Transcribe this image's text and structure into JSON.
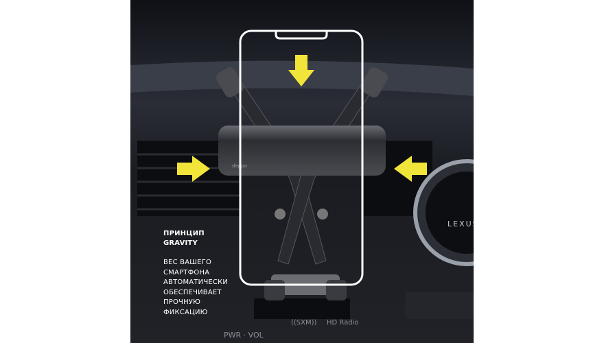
{
  "heading": [
    "ПРИНЦИП",
    "GRAVITY"
  ],
  "description": [
    "ВЕС ВАШЕГО",
    "СМАРТФОНА",
    "АВТОМАТИЧЕСКИ",
    "ОБЕСПЕЧИВАЕТ",
    "ПРОЧНУЮ",
    "ФИКСАЦИЮ"
  ],
  "dashboard_labels": {
    "pwr_vol": "PWR · VOL",
    "sxm": "((SXM))",
    "hd_radio": "HD Radio"
  },
  "brand_logo": "deppa",
  "car_logo": "LEXUS",
  "colors": {
    "arrow": "#f2e53a",
    "background": "#15171c",
    "phone_outline": "#ffffff"
  }
}
